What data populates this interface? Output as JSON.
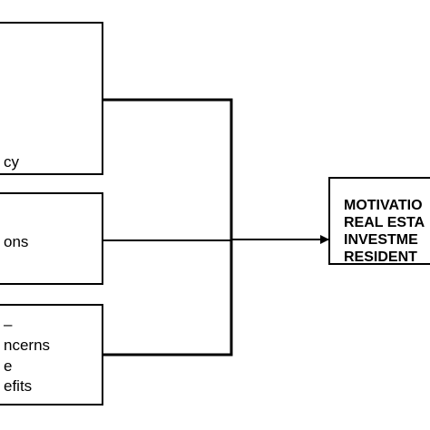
{
  "diagram": {
    "sources": [
      {
        "lines": [
          "cy"
        ]
      },
      {
        "lines": [
          "ons"
        ]
      },
      {
        "lines": [
          "–",
          "ncerns",
          "e",
          "efits"
        ]
      }
    ],
    "target": {
      "lines": [
        "MOTIVATIO",
        "REAL ESTA",
        "INVESTME",
        "RESIDENT"
      ]
    }
  }
}
